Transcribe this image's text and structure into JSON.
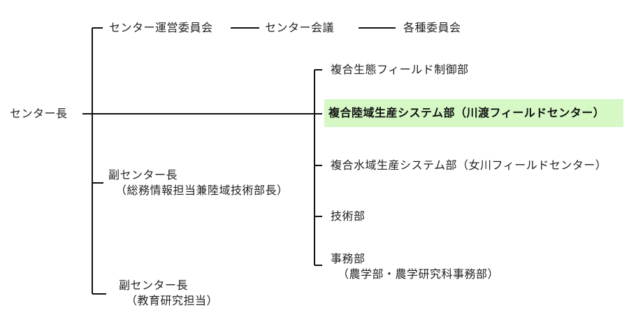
{
  "org": {
    "director": "センター長",
    "steering_committee": "センター運営委員会",
    "center_council": "センター会議",
    "committees": "各種委員会",
    "vice_director_1": {
      "title": "副センター長",
      "role": "（総務情報担当兼陸域技術部長）"
    },
    "vice_director_2": {
      "title": "副センター長",
      "role": "（教育研究担当）"
    },
    "departments": [
      {
        "label": "複合生態フィールド制御部"
      },
      {
        "label": "複合陸域生産システム部（川渡フィールドセンター）"
      },
      {
        "label": "複合水域生産システム部（女川フィールドセンター）"
      },
      {
        "label": "技術部"
      },
      {
        "label": "事務部",
        "sub": "（農学部・農学研究科事務部）"
      }
    ]
  },
  "colors": {
    "highlight": "#d5f8c5",
    "line": "#111111",
    "text": "#222222"
  }
}
